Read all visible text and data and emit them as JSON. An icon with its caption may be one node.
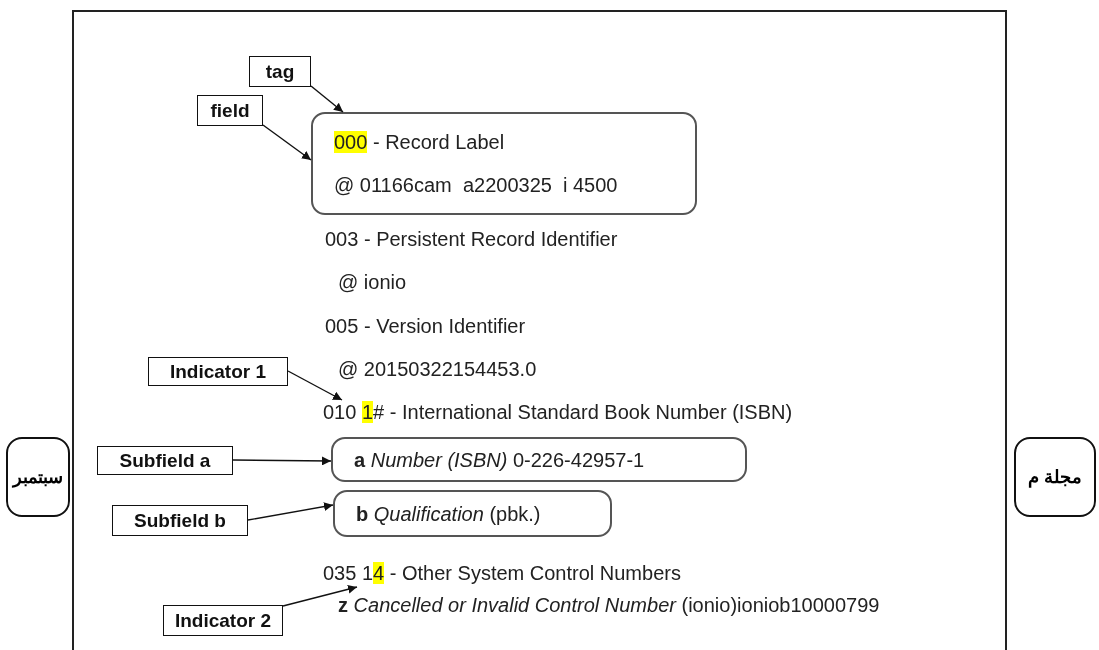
{
  "diagram": {
    "nodes": [
      {
        "text": [
          "tag"
        ]
      },
      {
        "text": [
          "field"
        ]
      },
      {
        "text": [
          "000 - Record Label",
          "@ 01166cam  a2200325  i 4500"
        ]
      },
      {
        "text": [
          "Indicator 1"
        ]
      },
      {
        "text": [
          "010 1# - International Standard Book Number (ISBN)"
        ]
      },
      {
        "text": [
          "Subfield a"
        ]
      },
      {
        "text": [
          "**a** *Number (ISBN)* 0-226-42957-1"
        ]
      },
      {
        "text": [
          "Subfield b"
        ]
      },
      {
        "text": [
          "**b** *Qualification* (pbk.)"
        ]
      },
      {
        "text": [
          "035 14 - Other System Control Numbers"
        ]
      },
      {
        "text": [
          "Indicator 2"
        ]
      },
      {
        "text": [
          "سبتمبر"
        ]
      },
      {
        "text": [
          "مجلة م"
        ]
      }
    ],
    "edges": [
      {
        "from": 0,
        "to": 2,
        "arrow": "to"
      },
      {
        "from": 1,
        "to": 2,
        "arrow": "to"
      },
      {
        "from": 3,
        "to": 4,
        "arrow": "to"
      },
      {
        "from": 5,
        "to": 6,
        "arrow": "to"
      },
      {
        "from": 7,
        "to": 8,
        "arrow": "to"
      },
      {
        "from": 10,
        "to": 9,
        "arrow": "to"
      }
    ],
    "labels": [
      "003 - Persistent Record Identifier",
      "@ ionio",
      "005 - Version Identifier",
      "@ 20150322154453.0",
      "**z** *Cancelled or Invalid Control Number* (ionio)ioniob10000799"
    ]
  }
}
